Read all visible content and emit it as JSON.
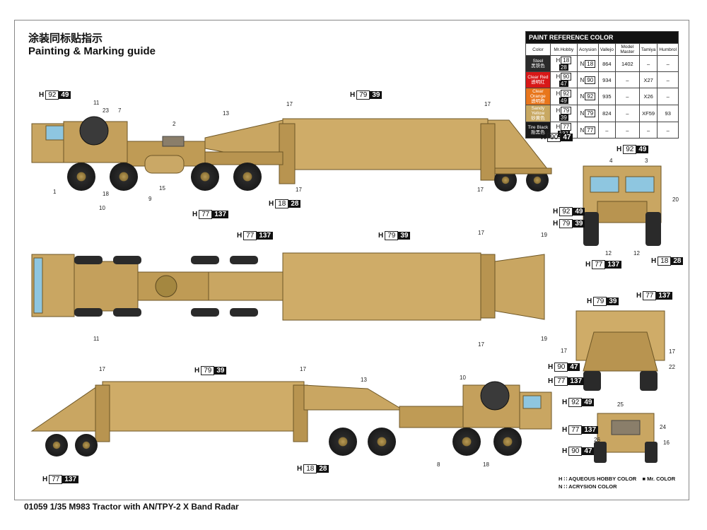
{
  "header": {
    "title_cn": "涂装同标贴指示",
    "title_en": "Painting & Marking guide"
  },
  "footer": {
    "text": "01059 1/35 M983 Tractor with AN/TPY-2 X Band Radar"
  },
  "paint_table": {
    "title": "PAINT REFERENCE COLOR",
    "columns": [
      "Color",
      "Mr.Hobby",
      "Acrysion",
      "Vallejo",
      "Model Master",
      "Tamiya",
      "Humbrol"
    ],
    "rows": [
      {
        "name": "Steel",
        "name_cn": "黑铁色",
        "swatch": "#2b2b2b",
        "h_code": "18",
        "h_num": "28",
        "n_code": "18",
        "vallejo": "864",
        "model_master": "1402",
        "tamiya": "–",
        "humbrol": "–"
      },
      {
        "name": "Clear Red",
        "name_cn": "透明红",
        "swatch": "#d81818",
        "h_code": "90",
        "h_num": "47",
        "n_code": "90",
        "vallejo": "934",
        "model_master": "–",
        "tamiya": "X27",
        "humbrol": "–"
      },
      {
        "name": "Clear Orange",
        "name_cn": "透明橙",
        "swatch": "#e8761c",
        "h_code": "92",
        "h_num": "49",
        "n_code": "92",
        "vallejo": "935",
        "model_master": "–",
        "tamiya": "X26",
        "humbrol": "–"
      },
      {
        "name": "Sandy Yellow",
        "name_cn": "砂黄色",
        "swatch": "#c8a862",
        "h_code": "79",
        "h_num": "39",
        "n_code": "79",
        "vallejo": "824",
        "model_master": "–",
        "tamiya": "XF59",
        "humbrol": "93"
      },
      {
        "name": "Tire Black",
        "name_cn": "胎黑色",
        "swatch": "#1a1a1a",
        "h_code": "77",
        "h_num": "137",
        "n_code": "77",
        "vallejo": "–",
        "model_master": "–",
        "tamiya": "–",
        "humbrol": "–"
      }
    ]
  },
  "callouts": [
    {
      "id": "c1",
      "letter": "H",
      "code": "92",
      "num": "49"
    },
    {
      "id": "c2",
      "letter": "H",
      "code": "79",
      "num": "39"
    },
    {
      "id": "c3",
      "letter": "H",
      "code": "90",
      "num": "47"
    },
    {
      "id": "c4",
      "letter": "H",
      "code": "18",
      "num": "28"
    },
    {
      "id": "c5",
      "letter": "H",
      "code": "77",
      "num": "137"
    },
    {
      "id": "c6",
      "letter": "H",
      "code": "92",
      "num": "49"
    },
    {
      "id": "c7",
      "letter": "H",
      "code": "92",
      "num": "49"
    },
    {
      "id": "c8",
      "letter": "H",
      "code": "79",
      "num": "39"
    },
    {
      "id": "c9",
      "letter": "H",
      "code": "77",
      "num": "137"
    },
    {
      "id": "c10",
      "letter": "H",
      "code": "18",
      "num": "28"
    },
    {
      "id": "c11",
      "letter": "H",
      "code": "77",
      "num": "137"
    },
    {
      "id": "c12",
      "letter": "H",
      "code": "79",
      "num": "39"
    },
    {
      "id": "c13",
      "letter": "H",
      "code": "79",
      "num": "39"
    },
    {
      "id": "c14",
      "letter": "H",
      "code": "77",
      "num": "137"
    },
    {
      "id": "c15",
      "letter": "H",
      "code": "90",
      "num": "47"
    },
    {
      "id": "c16",
      "letter": "H",
      "code": "77",
      "num": "137"
    },
    {
      "id": "c17",
      "letter": "H",
      "code": "79",
      "num": "39"
    },
    {
      "id": "c18",
      "letter": "H",
      "code": "92",
      "num": "49"
    },
    {
      "id": "c19",
      "letter": "H",
      "code": "77",
      "num": "137"
    },
    {
      "id": "c20",
      "letter": "H",
      "code": "90",
      "num": "47"
    },
    {
      "id": "c21",
      "letter": "H",
      "code": "77",
      "num": "137"
    },
    {
      "id": "c22",
      "letter": "H",
      "code": "18",
      "num": "28"
    }
  ],
  "part_numbers": [
    "11",
    "23",
    "7",
    "2",
    "13",
    "17",
    "17",
    "1",
    "18",
    "10",
    "9",
    "15",
    "17",
    "17",
    "4",
    "3",
    "20",
    "12",
    "12",
    "17",
    "19",
    "11",
    "17",
    "19",
    "17",
    "17",
    "22",
    "17",
    "17",
    "13",
    "10",
    "8",
    "18",
    "25",
    "24",
    "26",
    "16"
  ],
  "legend": {
    "line1": "H ∷ AQUEOUS HOBBY COLOR",
    "line1b": "■ Mr. COLOR",
    "line2": "N ∷ ACRYSION COLOR"
  },
  "colors": {
    "sand": "#c9a662",
    "sand_dark": "#a3833f",
    "tire": "#2a2a2a",
    "glass": "#8ec6e0"
  }
}
